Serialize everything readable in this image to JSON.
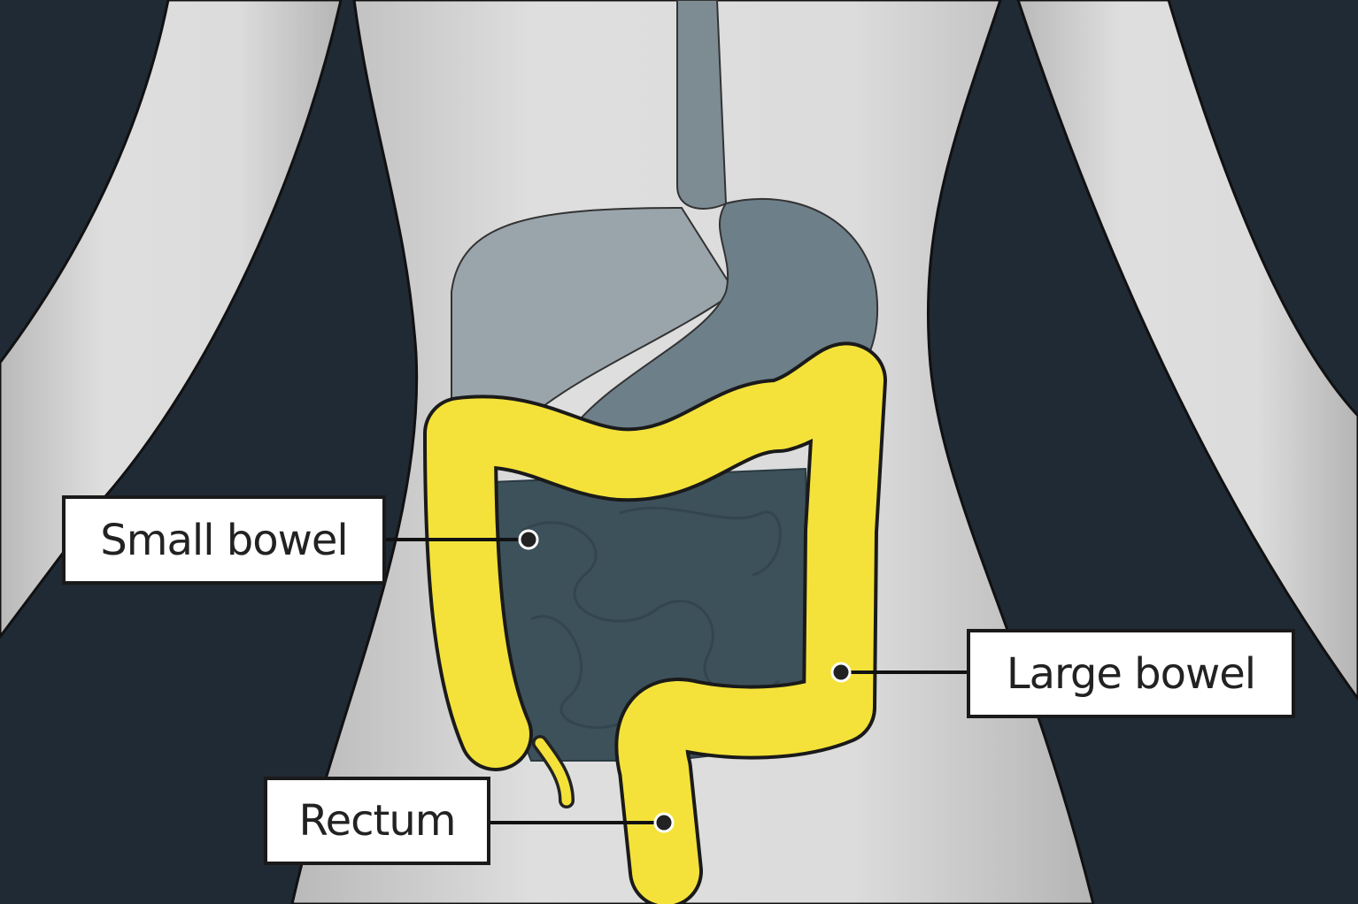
{
  "labels": {
    "small_bowel": "Small bowel",
    "large_bowel": "Large bowel",
    "rectum": "Rectum"
  },
  "colors": {
    "background": "#1f2a35",
    "body": "#d6d6d6",
    "large_bowel": "#f4e23a",
    "small_bowel": "#3d515b",
    "organs": "#8c9aa2"
  }
}
